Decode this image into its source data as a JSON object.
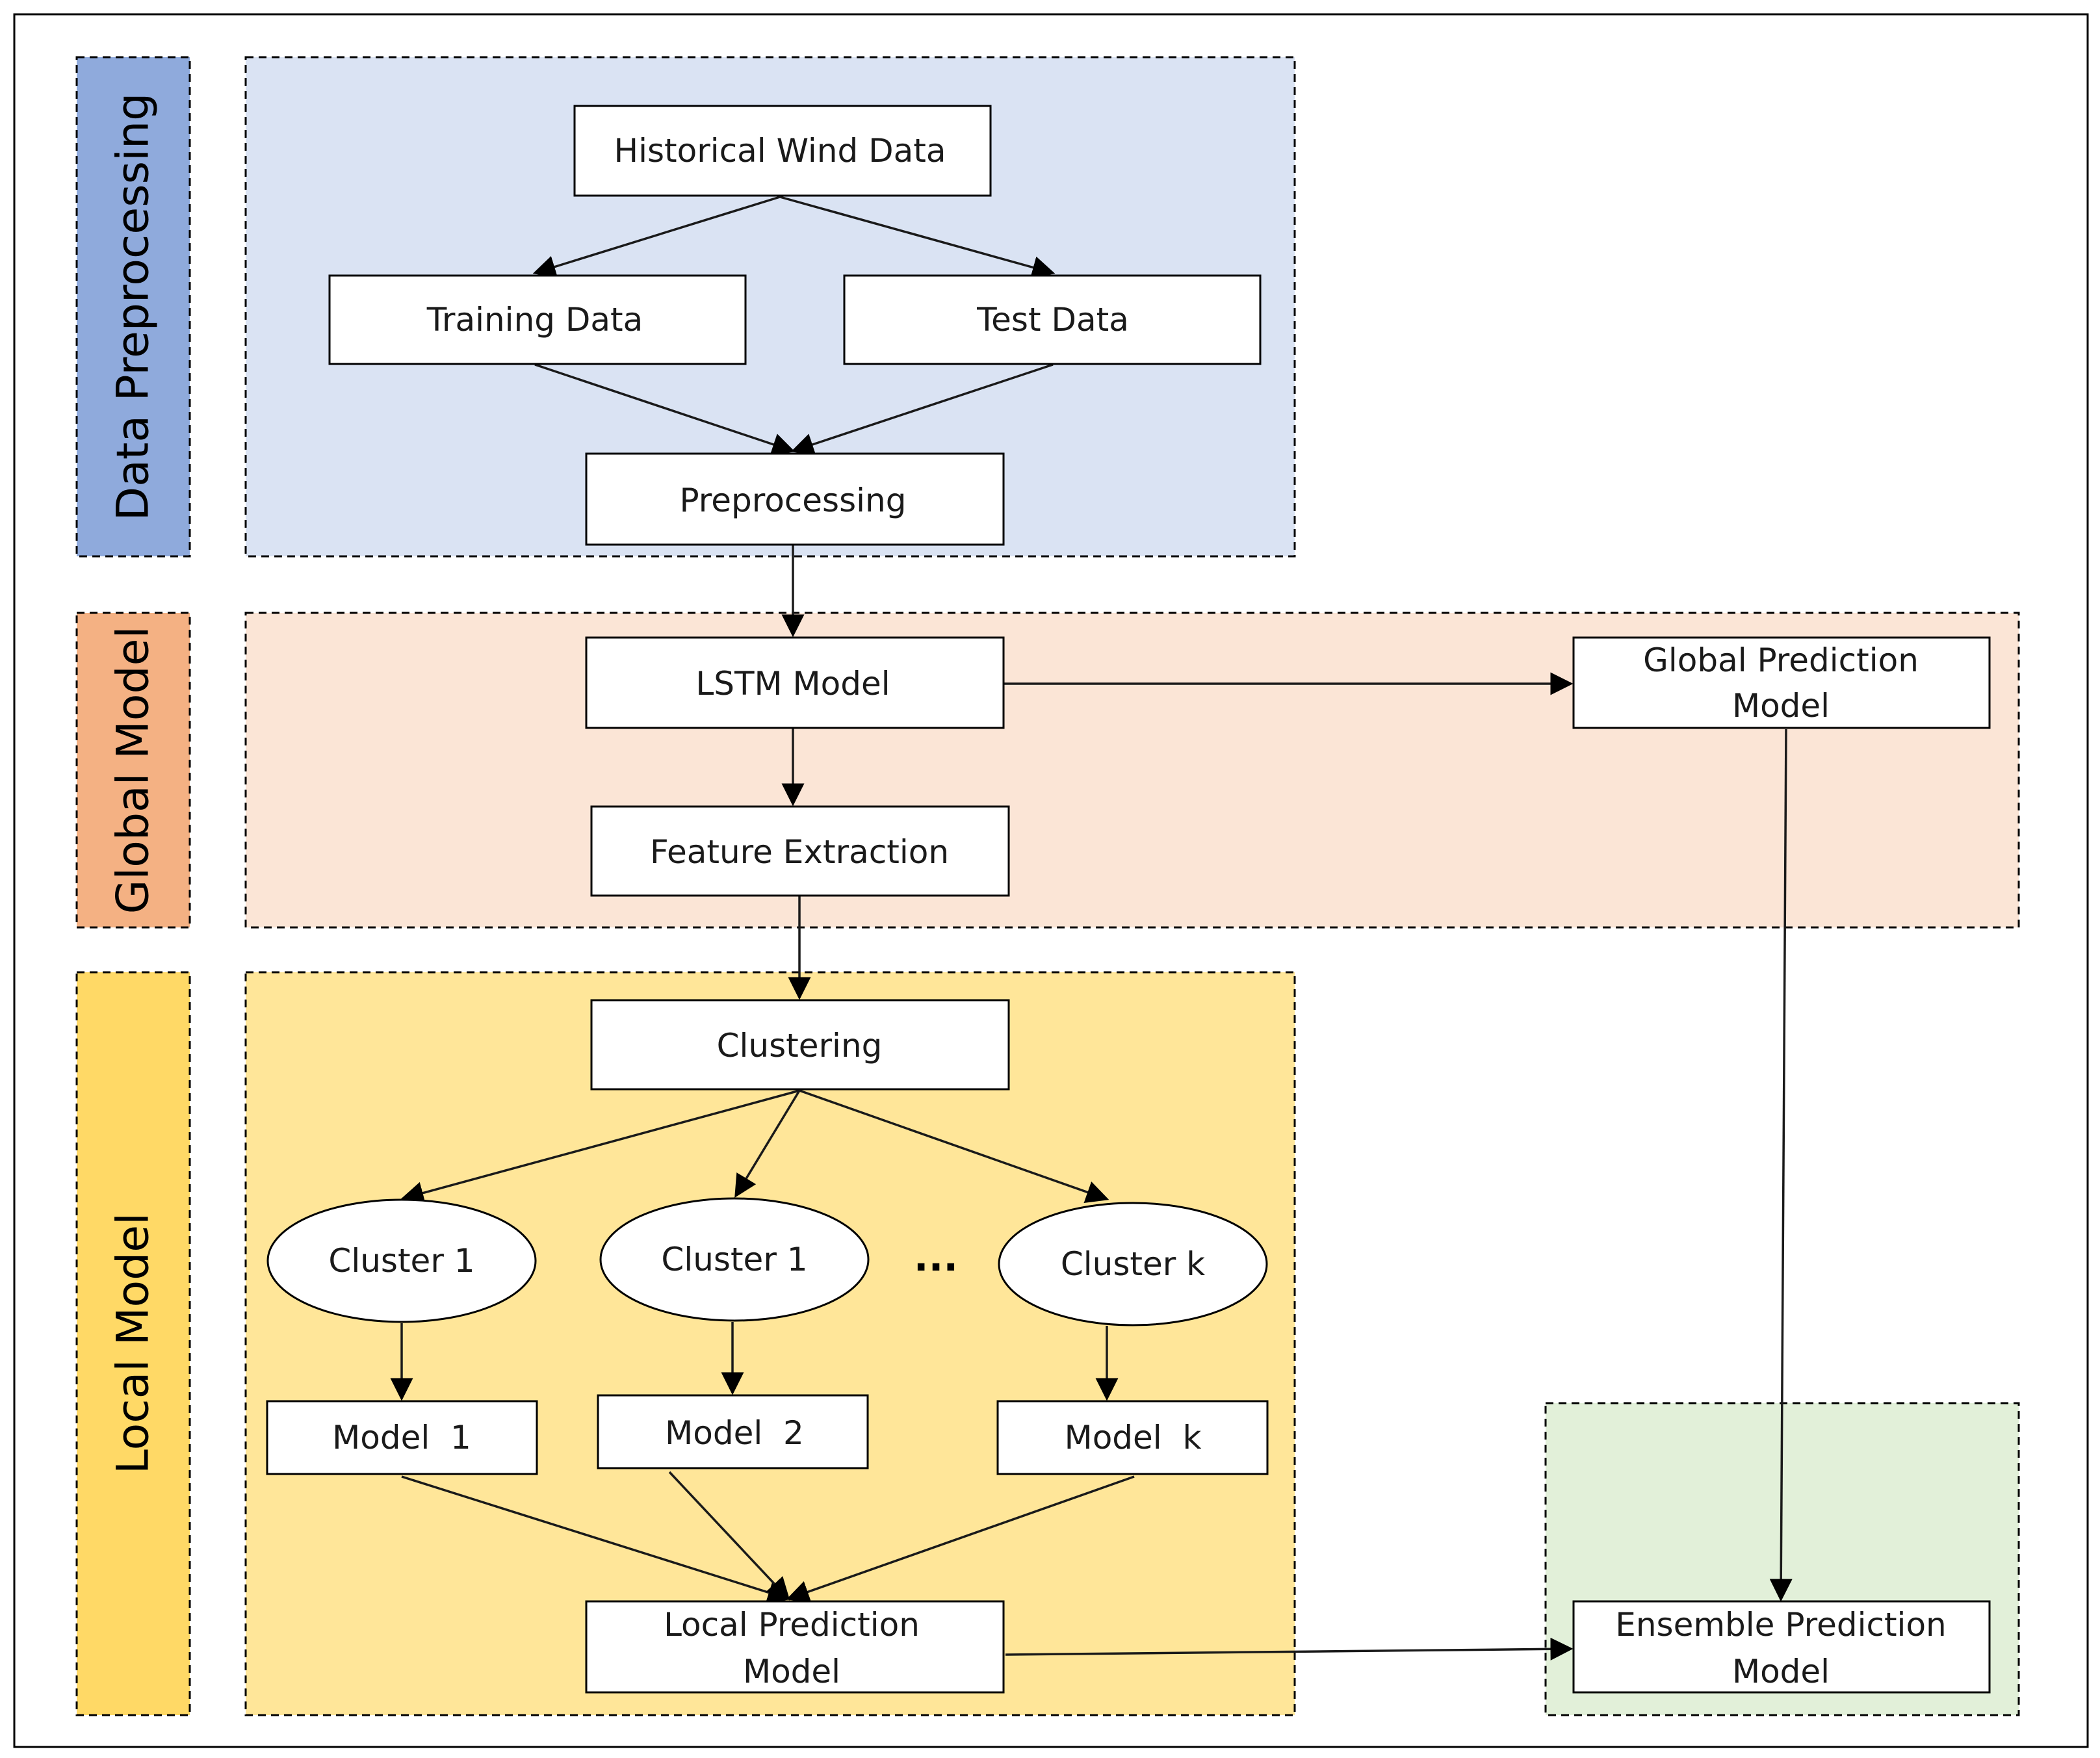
{
  "lanes": {
    "data_preprocessing": "Data Preprocessing",
    "global_model": "Global Model",
    "local_model": "Local Model"
  },
  "nodes": {
    "historical_wind_data": "Historical Wind Data",
    "training_data": "Training Data",
    "test_data": "Test Data",
    "preprocessing": "Preprocessing",
    "lstm_model": "LSTM Model",
    "global_prediction_model": [
      "Global Prediction",
      "Model"
    ],
    "feature_extraction": "Feature Extraction",
    "clustering": "Clustering",
    "cluster_a": "Cluster 1",
    "cluster_b": "Cluster 1",
    "ellipsis": "...",
    "cluster_k": "Cluster k",
    "model_1": "Model  1",
    "model_2": "Model  2",
    "model_k": "Model  k",
    "local_prediction_model": [
      "Local Prediction",
      "Model"
    ],
    "ensemble_prediction_model": [
      "Ensemble Prediction",
      "Model"
    ]
  },
  "colors": {
    "preprocessing_lane": "#8faadc",
    "preprocessing_region": "#dae3f3",
    "global_lane": "#f4b183",
    "global_region": "#fbe5d6",
    "local_lane": "#ffd966",
    "local_region": "#ffe699",
    "ensemble_region": "#e2f0d9"
  }
}
